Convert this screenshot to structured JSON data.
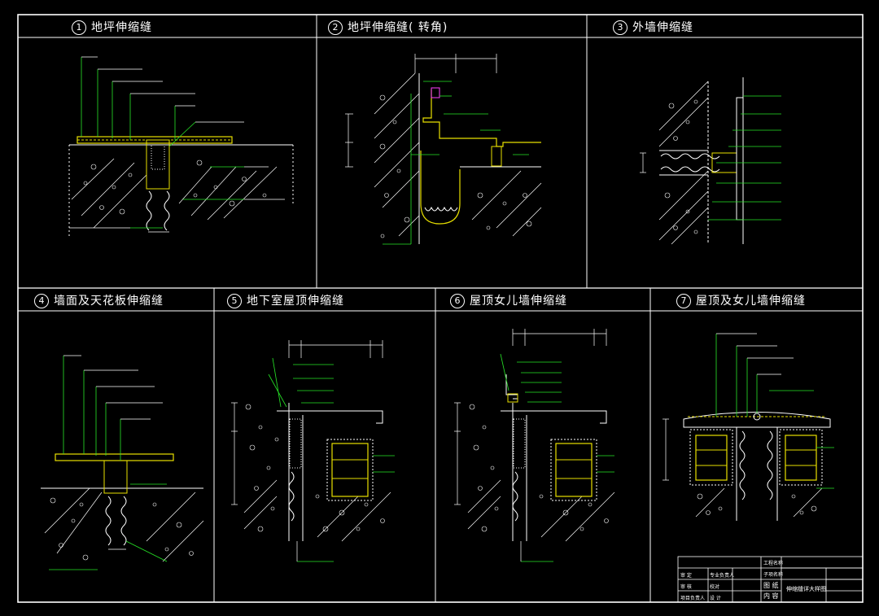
{
  "colors": {
    "background": "#000000",
    "frame": "#ffffff",
    "linework": "#ffffff",
    "accent_yellow": "#e8e000",
    "leader_green": "#27e627",
    "dim_line": "#ffffff",
    "highlight_magenta": "#ff40ff"
  },
  "panels": [
    {
      "number": "1",
      "title": "地坪伸缩缝"
    },
    {
      "number": "2",
      "title": "地坪伸缩缝( 转角)"
    },
    {
      "number": "3",
      "title": "外墙伸缩缝"
    },
    {
      "number": "4",
      "title": "墙面及天花板伸缩缝"
    },
    {
      "number": "5",
      "title": "地下室屋顶伸缩缝"
    },
    {
      "number": "6",
      "title": "屋顶女儿墙伸缩缝"
    },
    {
      "number": "7",
      "title": "屋顶及女儿墙伸缩缝"
    }
  ],
  "title_block": {
    "drawing_name": "伸缩缝详大样图",
    "left_col": [
      "审 定",
      "审 核",
      "项目负责人"
    ],
    "mid_col": [
      "专业负责人",
      "校对",
      "设 计"
    ],
    "labels": [
      "图 纸",
      "内 容"
    ],
    "right_labels": [
      "工程名称",
      "子项名称"
    ]
  }
}
